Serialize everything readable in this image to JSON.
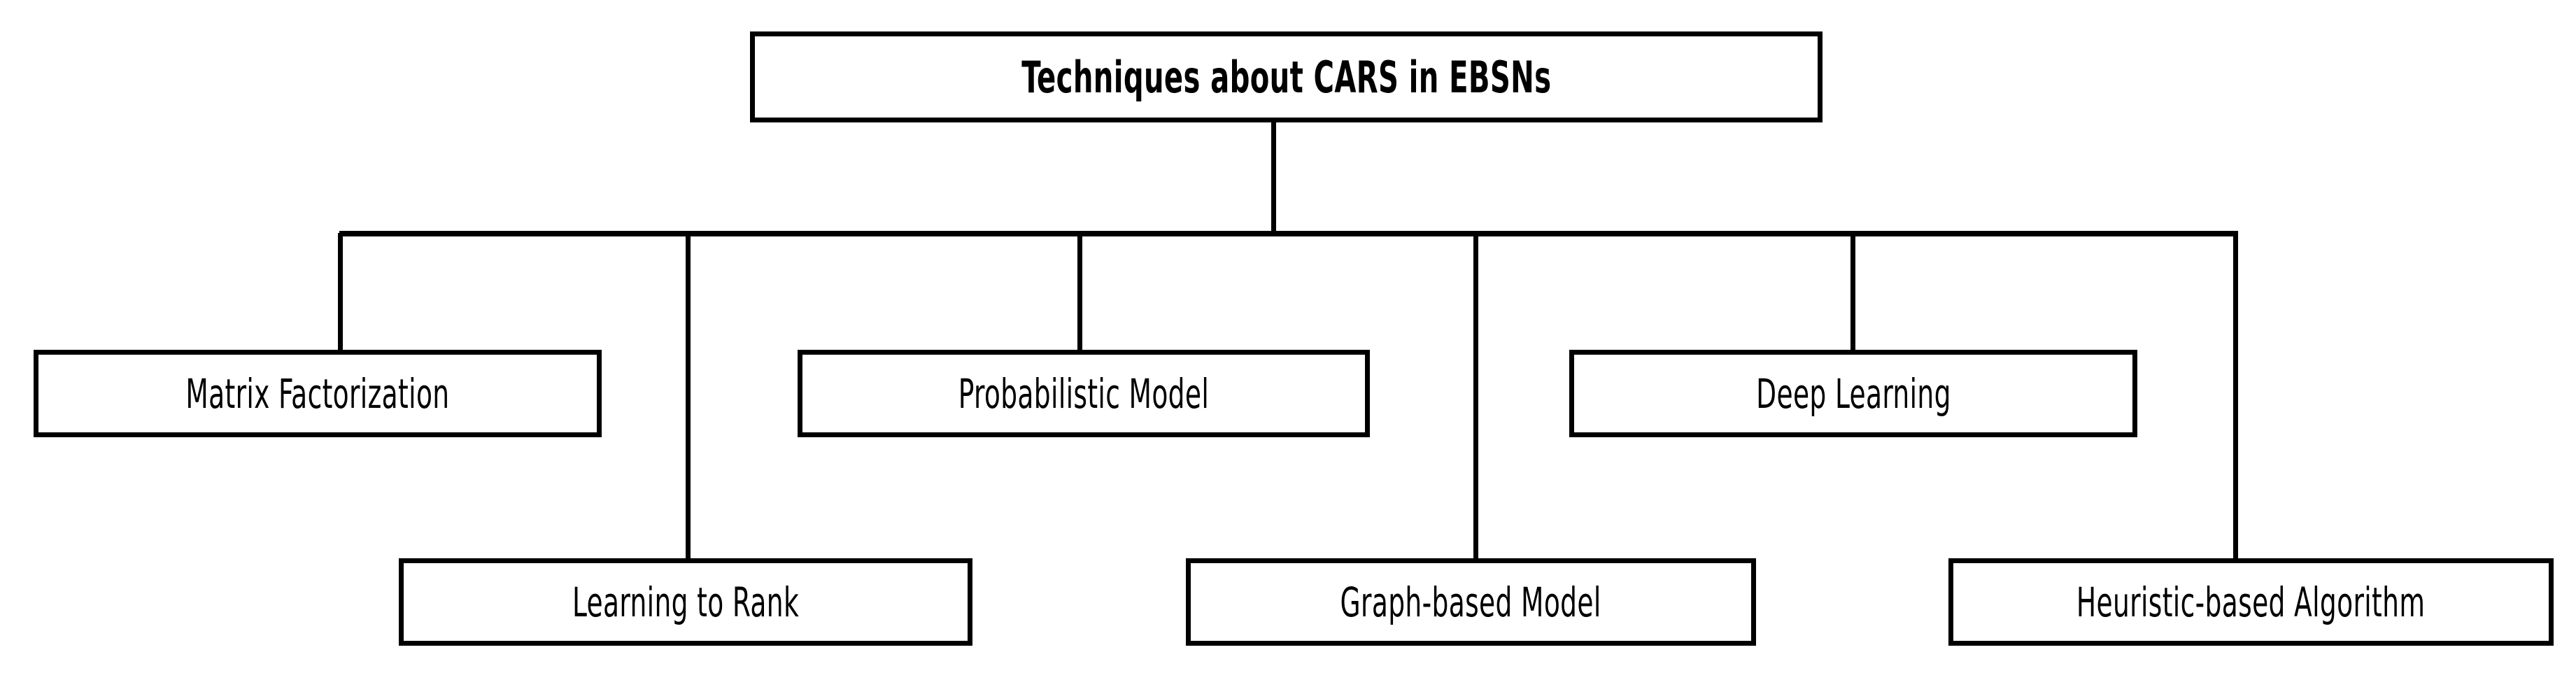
{
  "diagram": {
    "type": "tree-hierarchy",
    "background_color": "#ffffff",
    "line_color": "#000000",
    "text_color": "#000000",
    "root": {
      "id": "root",
      "label": "Techniques about CARS in EBSNs"
    },
    "children": [
      {
        "id": "matrix-factorization",
        "label": "Matrix Factorization",
        "row": "upper"
      },
      {
        "id": "learning-to-rank",
        "label": "Learning to Rank",
        "row": "lower"
      },
      {
        "id": "probabilistic-model",
        "label": "Probabilistic Model",
        "row": "upper"
      },
      {
        "id": "graph-based-model",
        "label": "Graph-based Model",
        "row": "lower"
      },
      {
        "id": "deep-learning",
        "label": "Deep Learning",
        "row": "upper"
      },
      {
        "id": "heuristic-based-algorithm",
        "label": "Heuristic-based Algorithm",
        "row": "lower"
      }
    ]
  }
}
